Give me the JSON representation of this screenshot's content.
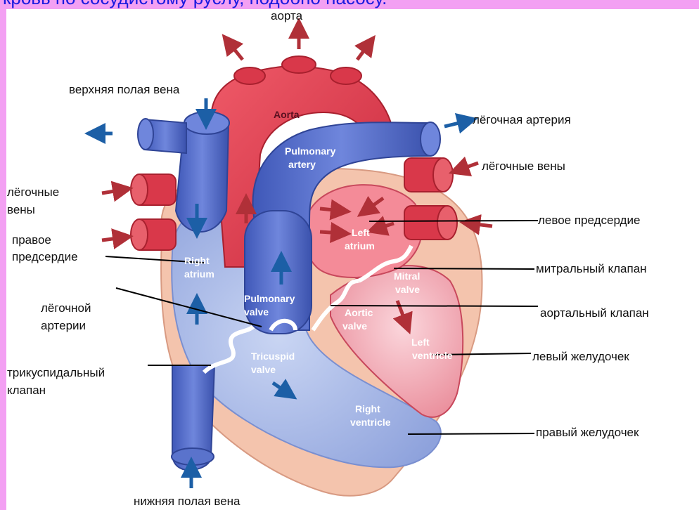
{
  "banner": "кровь по сосудистому руслу, подобно насосу.",
  "labels": {
    "aorta": "аорта",
    "svc": "верхняя полая вена",
    "pa": "лёгочная артерия",
    "pv_right": "лёгочные вены",
    "pv_left_1": "лёгочные",
    "pv_left_2": "вены",
    "la": "левое предсердие",
    "ra_1": "правое",
    "ra_2": "предсердие",
    "mitral": "митральный клапан",
    "pvalve_1": "лёгочной",
    "pvalve_2": "артерии",
    "aortic": "аортальный клапан",
    "lv": "левый желудочек",
    "tric_1": "трикуспидальный",
    "tric_2": "клапан",
    "rv": "правый желудочек",
    "ivc": "нижняя полая вена"
  },
  "inner": {
    "aorta": "Aorta",
    "pa_1": "Pulmonary",
    "pa_2": "artery",
    "la_1": "Left",
    "la_2": "atrium",
    "ra_1": "Right",
    "ra_2": "atrium",
    "mitral_1": "Mitral",
    "mitral_2": "valve",
    "pvalve_1": "Pulmonary",
    "pvalve_2": "valve",
    "aortic_1": "Aortic",
    "aortic_2": "valve",
    "lv_1": "Left",
    "lv_2": "ventricle",
    "tric_1": "Tricuspid",
    "tric_2": "valve",
    "rv_1": "Right",
    "rv_2": "ventricle"
  },
  "colors": {
    "border": "#f3a0f3",
    "banner": "#1a1adf",
    "red": "#d9384a",
    "blue": "#4e67c7",
    "pericardium": "#f4c4ad"
  }
}
